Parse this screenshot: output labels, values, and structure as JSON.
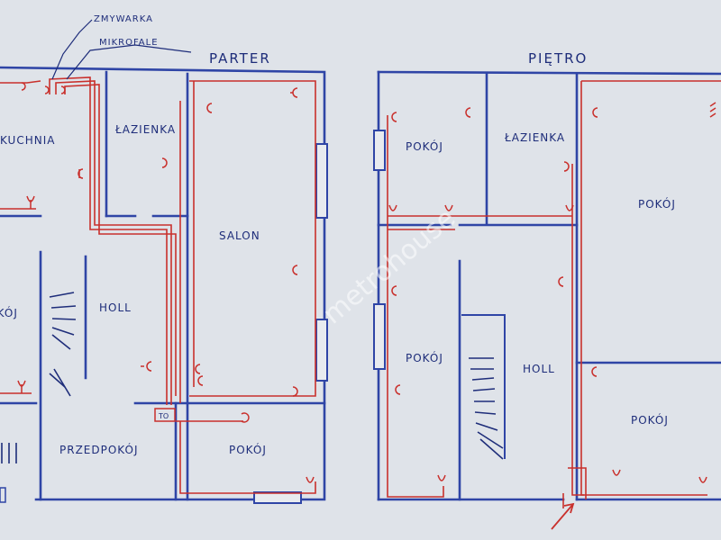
{
  "floors": {
    "ground": "PARTER",
    "upper": "PIĘTRO"
  },
  "annotations": {
    "dishwasher": "ZMYWARKA",
    "microwave": "MIKROFALE",
    "board": "TO"
  },
  "rooms_ground": {
    "kitchen": "KUCHNIA",
    "bathroom": "ŁAZIENKA",
    "salon": "SALON",
    "room_left": "POKÓJ",
    "hall": "HOLL",
    "entry": "PRZEDPOKÓJ",
    "room_bottom": "POKÓJ"
  },
  "rooms_upper": {
    "room_topleft": "POKÓJ",
    "bathroom": "ŁAZIENKA",
    "room_right_top": "POKÓJ",
    "room_left": "POKÓJ",
    "hall": "HOLL",
    "room_right_bottom": "POKÓJ"
  },
  "watermark": "metrohouse",
  "colors": {
    "walls": "#2f45a6",
    "wiring": "#c9302c",
    "paper": "#dfe3e9"
  }
}
